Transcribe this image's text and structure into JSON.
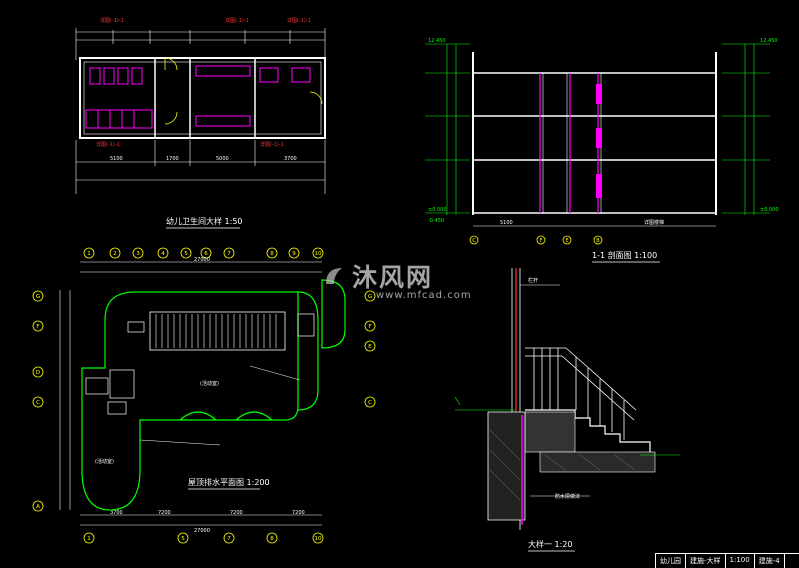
{
  "drawing": {
    "title_toilet_plan": "幼儿卫生间大样 1:50",
    "title_section": "1-1 剖面图 1:100",
    "title_stair_plan": "屋顶排水平面图 1:200",
    "title_detail": "大样一 1:20",
    "dim_total_bottom": "27000",
    "dim_total_top": "27000",
    "dim_section": "5100",
    "label_bottom": "详图楼梯",
    "elevation_top": "12.450",
    "elevation_zero": "±0.000",
    "elevation_neg": "-0.450",
    "axis_letters_section": [
      "C",
      "F",
      "E",
      "B"
    ],
    "axis_numbers_plan": [
      "1",
      "2",
      "3",
      "4",
      "5",
      "6",
      "7",
      "8",
      "9",
      "10"
    ],
    "axis_letters_plan_left": [
      "G",
      "F",
      "D",
      "C",
      "A"
    ],
    "axis_letters_plan_right": [
      "G",
      "F",
      "E",
      "C"
    ],
    "room_label": "(活动室)",
    "detail_note_top": "栏杆",
    "detail_note_bottom": "防水层做法",
    "title_block": [
      "幼儿园",
      "建施-大样",
      "1:100",
      "建施-4"
    ],
    "dim_plan_bottom": [
      "3700",
      "7200",
      "7200",
      "7200"
    ],
    "dim_toilet_bottom": [
      "5100",
      "1700",
      "5000",
      "3700"
    ]
  },
  "watermark": {
    "brand": "沐风网",
    "url": "www.mfcad.com"
  }
}
